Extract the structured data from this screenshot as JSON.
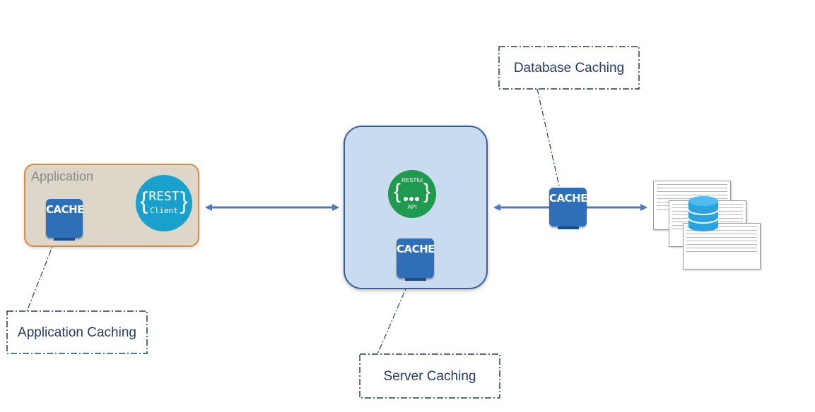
{
  "application": {
    "title": "Application",
    "cache_label": "CACHE"
  },
  "rest_client": {
    "top": "REST",
    "bottom": "Client",
    "color": "#1aa0cc"
  },
  "server": {
    "cache_label": "CACHE"
  },
  "restful_api": {
    "top": "RESTful",
    "bottom": "API",
    "color": "#1f9a4f"
  },
  "database_link": {
    "cache_label": "CACHE"
  },
  "labels": {
    "application_caching": "Application Caching",
    "server_caching": "Server Caching",
    "database_caching": "Database Caching"
  },
  "icons": [
    "rest-client-icon",
    "restful-api-icon",
    "database-icon",
    "document-icon"
  ],
  "colors": {
    "cache_blue": "#2e6fb7",
    "arrow_blue": "#4f7bb8",
    "app_border": "#e08a3c",
    "server_border": "#3a5d96",
    "label_text": "#243a66"
  }
}
